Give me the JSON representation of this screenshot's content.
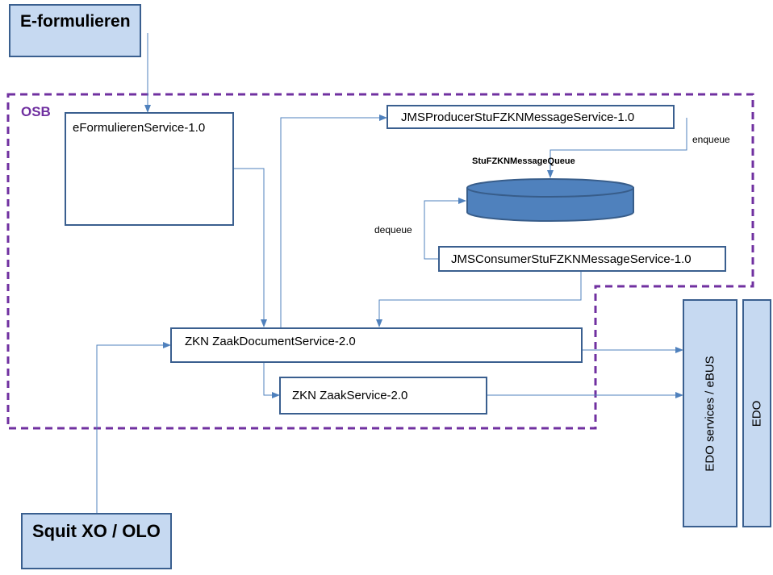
{
  "diagram": {
    "actors": {
      "eforms": "E-formulieren",
      "squit": "Squit XO / OLO"
    },
    "osb": {
      "label": "OSB"
    },
    "services": {
      "eformulieren": "eFormulierenService-1.0",
      "producer": "JMSProducerStuFZKNMessageService-1.0",
      "consumer": "JMSConsumerStuFZKNMessageService-1.0",
      "zaakdocument": "ZKN ZaakDocumentService-2.0",
      "zaak": "ZKN ZaakService-2.0"
    },
    "queue": {
      "name": "StuFZKNMessageQueue"
    },
    "edges": {
      "enqueue": "enqueue",
      "dequeue": "dequeue"
    },
    "right": {
      "edo_services": "EDO services / eBUS",
      "edo": "EDO"
    },
    "colors": {
      "boundary": "#7030a0",
      "arrow": "#4f81bd",
      "box_fill": "#c6d9f1",
      "box_border": "#3a5f8f",
      "queue_fill": "#4f81bd"
    }
  }
}
